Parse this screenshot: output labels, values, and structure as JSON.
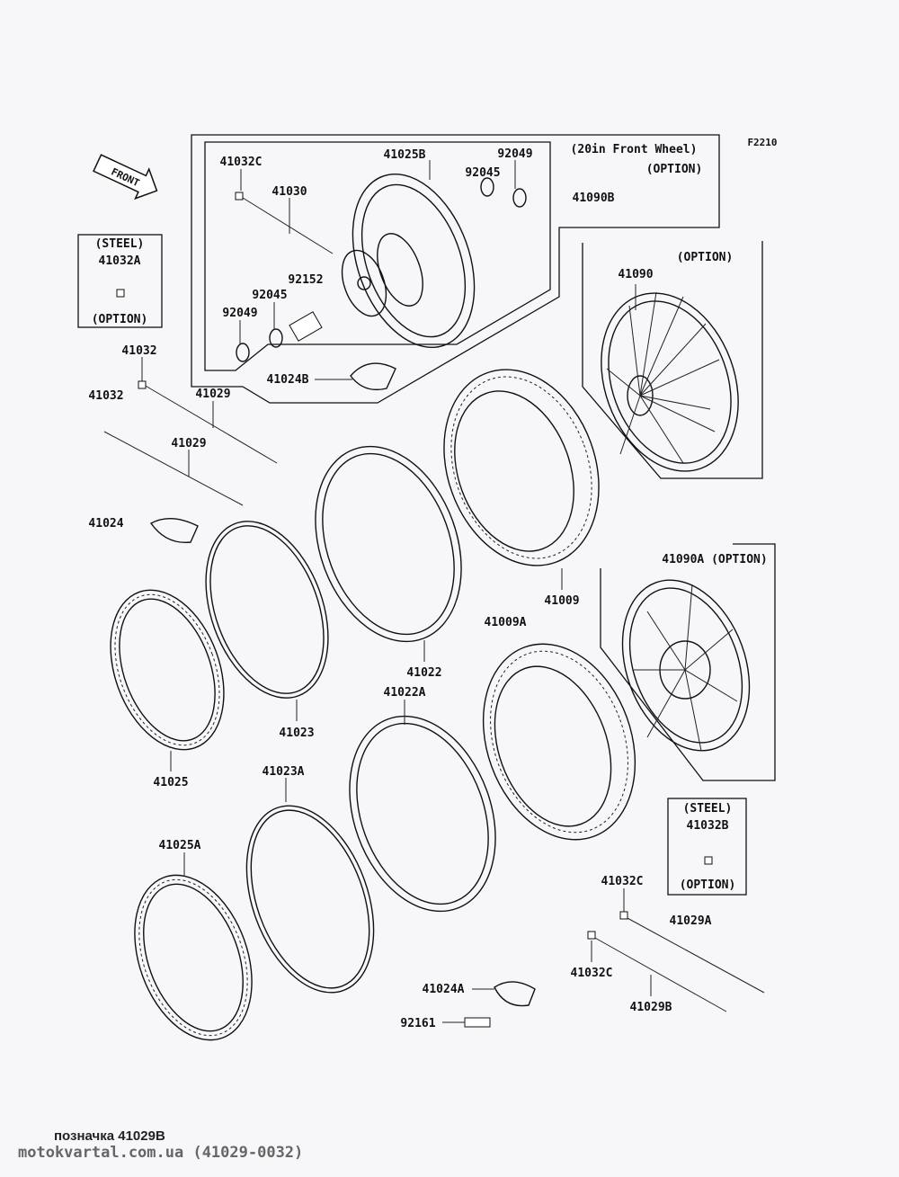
{
  "diagram_code": "F2210",
  "front_arrow": "FRONT",
  "option_group": {
    "title": "(20in Front Wheel)",
    "option": "(OPTION)",
    "assembly": "41090B"
  },
  "group_parts": {
    "p41032C": "41032C",
    "p41030": "41030",
    "p41025B": "41025B",
    "p92049a": "92049",
    "p92045a": "92045",
    "p92152": "92152",
    "p92045b": "92045",
    "p92049b": "92049",
    "p41024B": "41024B"
  },
  "steel_box_a": {
    "steel": "(STEEL)",
    "part": "41032A",
    "option": "(OPTION)"
  },
  "steel_box_b": {
    "steel": "(STEEL)",
    "part": "41032B",
    "option": "(OPTION)"
  },
  "wheel_41090": {
    "option": "(OPTION)",
    "part": "41090"
  },
  "wheel_41090A": {
    "part": "41090A",
    "option": "(OPTION)"
  },
  "parts": {
    "p41032a": "41032",
    "p41032b": "41032",
    "p41029a": "41029",
    "p41029b": "41029",
    "p41024": "41024",
    "p41009": "41009",
    "p41009A": "41009A",
    "p41022": "41022",
    "p41023": "41023",
    "p41025": "41025",
    "p41022A": "41022A",
    "p41023A": "41023A",
    "p41025A": "41025A",
    "p41032Ca": "41032C",
    "p41029A": "41029A",
    "p41032Cb": "41032C",
    "p41029B": "41029B",
    "p41024A": "41024A",
    "p92161": "92161"
  },
  "footer": {
    "note": "позначка 41029B",
    "site": "motokvartal.com.ua (41029-0032)"
  }
}
